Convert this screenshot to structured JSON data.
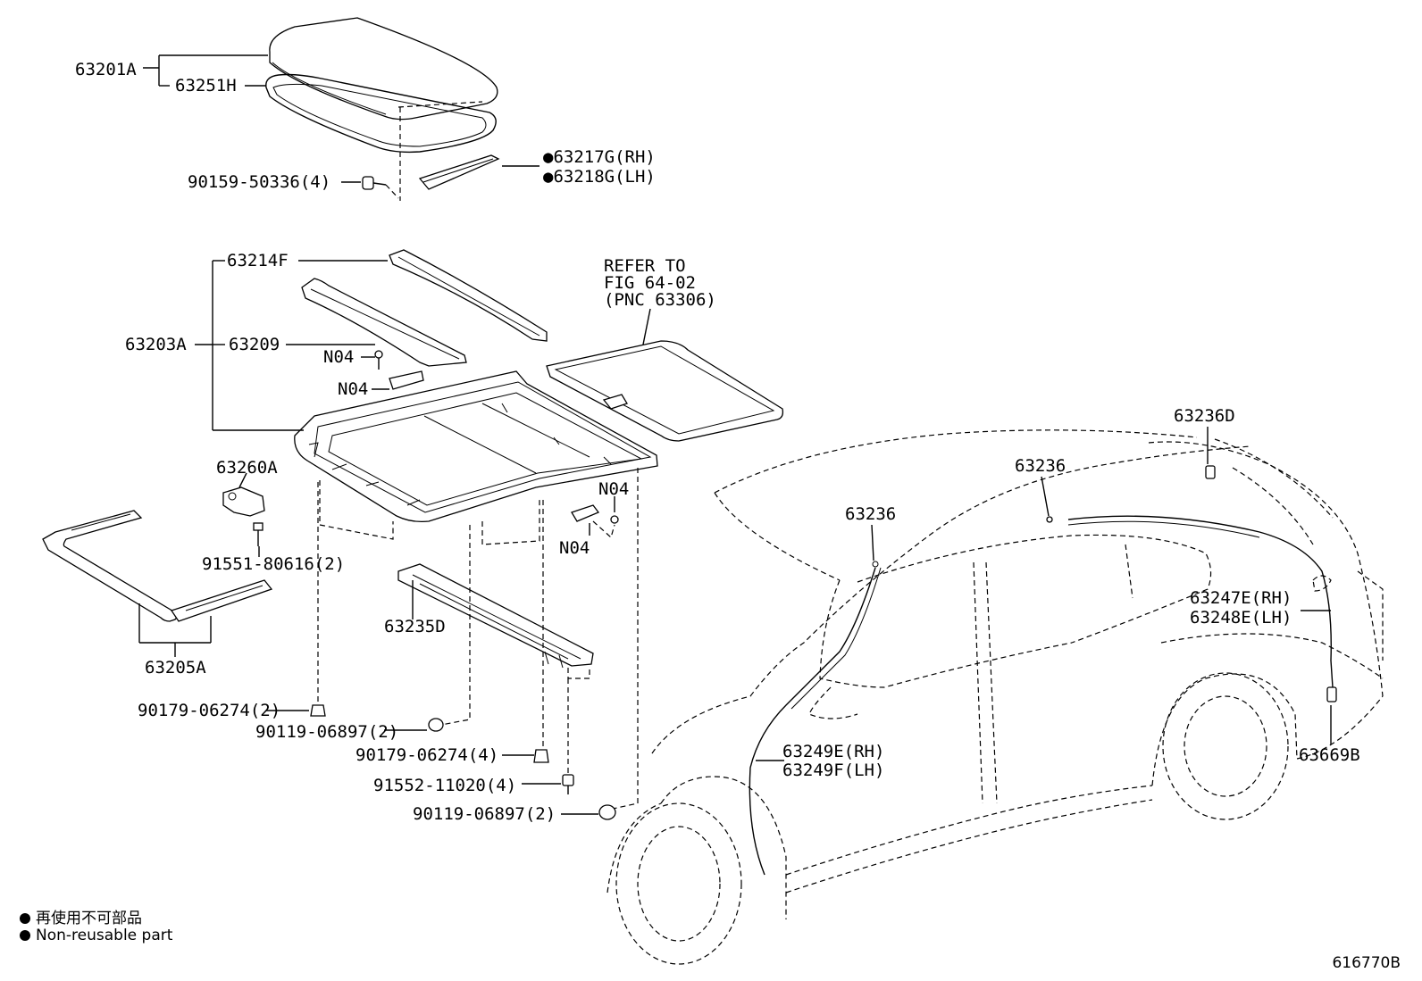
{
  "labels": {
    "l63201A": "63201A",
    "l63251H": "63251H",
    "l90159": "90159-50336(4)",
    "l63217G": "●63217G(RH)",
    "l63218G": "●63218G(LH)",
    "l63214F": "63214F",
    "l63203A": "63203A",
    "l63209": "63209",
    "n04a": "N04",
    "n04b": "N04",
    "n04c": "N04",
    "n04d": "N04",
    "refer1": "REFER TO",
    "refer2": "FIG 64-02",
    "refer3": "(PNC 63306)",
    "l63260A": "63260A",
    "l91551": "91551-80616(2)",
    "l63205A": "63205A",
    "l63235D": "63235D",
    "l90179a": "90179-06274(2)",
    "l90119a": "90119-06897(2)",
    "l90179b": "90179-06274(4)",
    "l91552": "91552-11020(4)",
    "l90119b": "90119-06897(2)",
    "l63236D": "63236D",
    "l63236a": "63236",
    "l63236b": "63236",
    "l63247E": "63247E(RH)",
    "l63248E": "63248E(LH)",
    "l63249E": "63249E(RH)",
    "l63249F": "63249F(LH)",
    "l63669B": "63669B"
  },
  "legend": {
    "japanese": "再使用不可部品",
    "english": "Non-reusable part"
  },
  "diagram_id": "616770B"
}
